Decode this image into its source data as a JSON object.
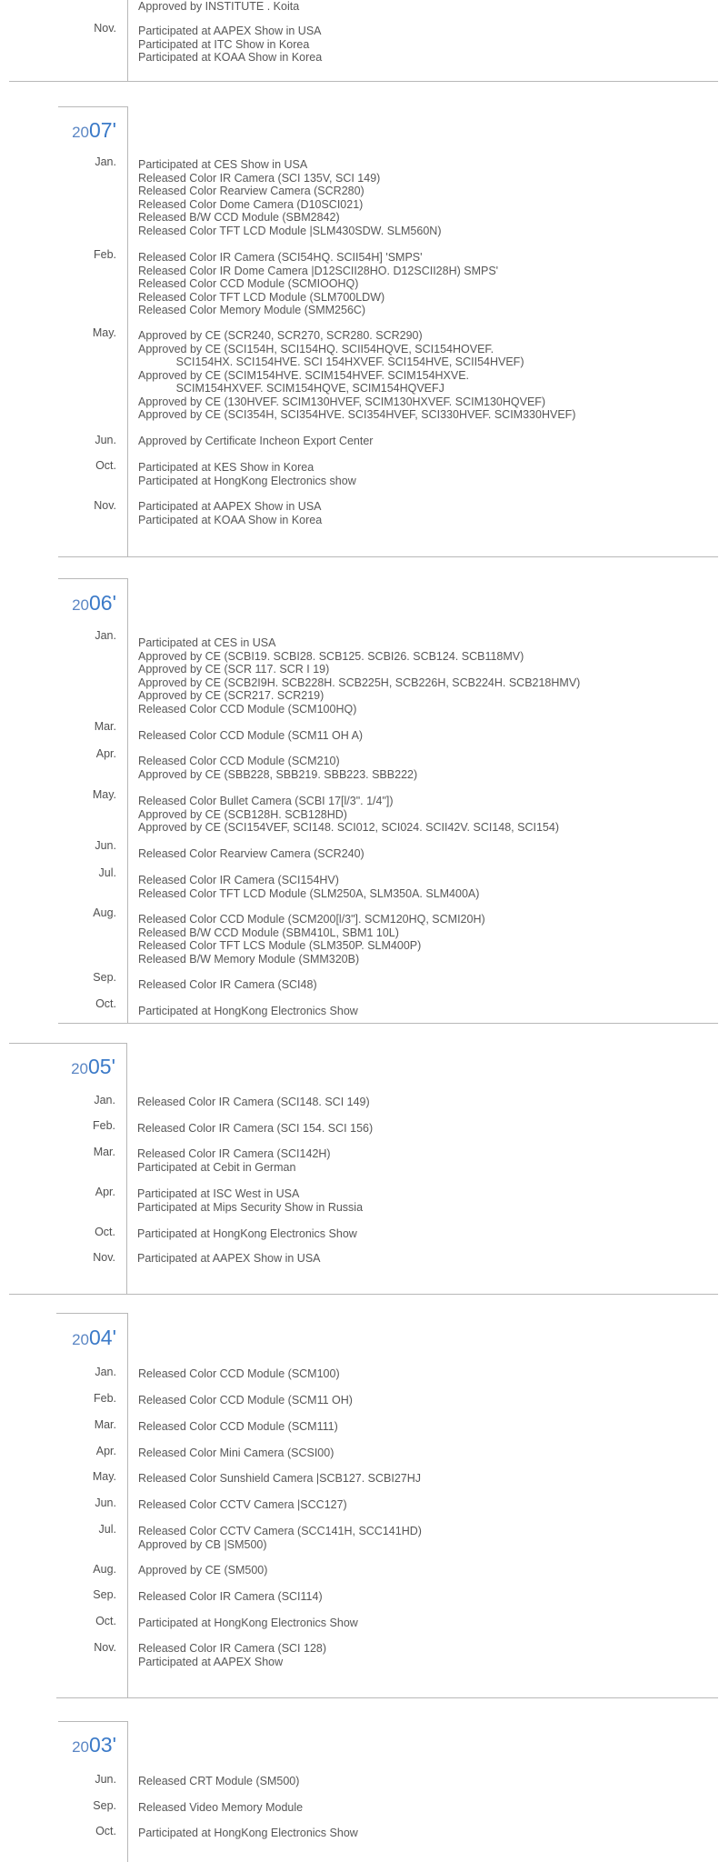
{
  "sections": [
    {
      "year_prefix": "",
      "year_suffix": "",
      "entries": [
        {
          "month": "",
          "lines": [
            "Approved by INSTITUTE . Koita"
          ]
        },
        {
          "month": "Nov.",
          "lines": [
            "Participated at AAPEX Show in USA",
            "Participated at ITC Show in Korea",
            "Participated at KOAA Show in Korea"
          ]
        }
      ]
    },
    {
      "year_prefix": "20",
      "year_suffix": "07'",
      "entries": [
        {
          "month": "Jan.",
          "lines": [
            "Participated at CES Show in USA",
            "Released Color IR Camera (SCI 135V, SCI 149)",
            "Released Color Rearview Camera (SCR280)",
            "Released Color Dome Camera (D10SCI021)",
            "Released B/W CCD Module (SBM2842)",
            "Released Color TFT LCD Module |SLM430SDW. SLM560N)"
          ]
        },
        {
          "month": "Feb.",
          "lines": [
            "Released Color IR Camera (SCI54HQ. SCII54H] 'SMPS'",
            "Released Color IR Dome Camera |D12SCII28HO. D12SCII28H) SMPS'",
            "Released Color CCD Module (SCMIOOHQ)",
            "Released Color TFT LCD Module (SLM700LDW)",
            "Released Color Memory Module (SMM256C)"
          ]
        },
        {
          "month": "May.",
          "lines": [
            "Approved by CE (SCR240, SCR270, SCR280. SCR290)",
            "Approved by CE (SCI154H, SCI154HQ. SCII54HQVE, SCI154HOVEF.",
            "            SCI154HX. SCI154HVE. SCI 154HXVEF. SCI154HVE, SCII54HVEF)",
            "Approved by CE (SCIM154HVE. SCIM154HVEF. SCIM154HXVE.",
            "            SCIM154HXVEF. SCIM154HQVE, SCIM154HQVEFJ",
            "Approved by CE (130HVEF. SCIM130HVEF, SCIM130HXVEF. SCIM130HQVEF)",
            "Approved by CE (SCI354H, SCI354HVE. SCI354HVEF, SCI330HVEF. SCIM330HVEF)"
          ]
        },
        {
          "month": "Jun.",
          "lines": [
            "Approved by Certificate Incheon Export Center"
          ]
        },
        {
          "month": "Oct.",
          "lines": [
            "Participated at KES Show in Korea",
            "Participated at HongKong Electronics show"
          ]
        },
        {
          "month": "Nov.",
          "lines": [
            "Participated at AAPEX Show in USA",
            "Participated at KOAA Show in Korea"
          ]
        }
      ]
    },
    {
      "year_prefix": "20",
      "year_suffix": "06'",
      "entries": [
        {
          "month": "Jan.",
          "lines": [
            "Participated at CES in USA",
            "Approved by CE (SCBI19. SCBI28. SCB125. SCBI26. SCB124. SCB118MV)",
            "Approved by CE (SCR 117. SCR I 19)",
            "Approved by CE (SCB2I9H. SCB228H. SCB225H, SCB226H, SCB224H. SCB218HMV)",
            "Approved by CE (SCR217. SCR219)",
            "Released Color CCD Module (SCM100HQ)"
          ]
        },
        {
          "month": "Mar.",
          "lines": [
            "Released Color CCD Module (SCM11 OH A)"
          ]
        },
        {
          "month": "Apr.",
          "lines": [
            "Released Color CCD Module (SCM210)",
            "Approved by CE (SBB228, SBB219. SBB223. SBB222)"
          ]
        },
        {
          "month": "May.",
          "lines": [
            "Released Color Bullet Camera (SCBI 17[l/3\". 1/4\"])",
            "Approved by CE (SCB128H. SCB128HD)",
            "Approved by CE (SCI154VEF, SCI148. SCI012, SCI024. SCII42V. SCI148, SCI154)"
          ]
        },
        {
          "month": "Jun.",
          "lines": [
            "Released Color Rearview Camera (SCR240)"
          ]
        },
        {
          "month": "Jul.",
          "lines": [
            "Released Color IR Camera (SCI154HV)",
            "Released Color TFT LCD Module (SLM250A, SLM350A. SLM400A)"
          ]
        },
        {
          "month": "Aug.",
          "lines": [
            "Released Color CCD Module (SCM200[l/3\"]. SCM120HQ, SCMI20H)",
            "Released B/W CCD Module (SBM410L, SBM1 10L)",
            "Released Color TFT LCS Module (SLM350P. SLM400P)",
            "Released B/W Memory Module (SMM320B)"
          ]
        },
        {
          "month": "Sep.",
          "lines": [
            "Released Color IR Camera (SCI48)"
          ]
        },
        {
          "month": "Oct.",
          "lines": [
            "Participated at HongKong Electronics Show"
          ]
        }
      ]
    },
    {
      "year_prefix": "20",
      "year_suffix": "05'",
      "entries": [
        {
          "month": "Jan.",
          "lines": [
            "Released Color IR Camera (SCI148. SCI 149)"
          ]
        },
        {
          "month": "Feb.",
          "lines": [
            "Released Color IR Camera (SCI 154. SCI 156)"
          ]
        },
        {
          "month": "Mar.",
          "lines": [
            "Released Color IR Camera (SCI142H)",
            "Participated at Cebit in German"
          ]
        },
        {
          "month": "Apr.",
          "lines": [
            "Participated at ISC West in USA",
            "Participated at Mips Security Show in Russia"
          ]
        },
        {
          "month": "Oct.",
          "lines": [
            "Participated at HongKong Electronics Show"
          ]
        },
        {
          "month": "Nov.",
          "lines": [
            "Participated at AAPEX Show in USA"
          ]
        }
      ]
    },
    {
      "year_prefix": "20",
      "year_suffix": "04'",
      "entries": [
        {
          "month": "Jan.",
          "lines": [
            "Released Color CCD Module (SCM100)"
          ]
        },
        {
          "month": "Feb.",
          "lines": [
            "Released Color CCD Module (SCM11 OH)"
          ]
        },
        {
          "month": "Mar.",
          "lines": [
            "Released Color CCD Module (SCM111)"
          ]
        },
        {
          "month": "Apr.",
          "lines": [
            "Released Color Mini Camera (SCSI00)"
          ]
        },
        {
          "month": "May.",
          "lines": [
            "Released Color Sunshield Camera |SCB127. SCBI27HJ"
          ]
        },
        {
          "month": "Jun.",
          "lines": [
            "Released Color CCTV Camera |SCC127)"
          ]
        },
        {
          "month": "Jul.",
          "lines": [
            "Released Color CCTV Camera (SCC141H, SCC141HD)",
            "Approved by CB |SM500)"
          ]
        },
        {
          "month": "Aug.",
          "lines": [
            "Approved by CE (SM500)"
          ]
        },
        {
          "month": "Sep.",
          "lines": [
            "Released Color IR Camera (SCI114)"
          ]
        },
        {
          "month": "Oct.",
          "lines": [
            "Participated at HongKong Electronics Show"
          ]
        },
        {
          "month": "Nov.",
          "lines": [
            "Released Color IR Camera (SCI 128)",
            "Participated at AAPEX Show"
          ]
        }
      ]
    },
    {
      "year_prefix": "20",
      "year_suffix": "03'",
      "entries": [
        {
          "month": "Jun.",
          "lines": [
            "Released CRT Module (SM500)"
          ]
        },
        {
          "month": "Sep.",
          "lines": [
            "Released Video Memory Module"
          ]
        },
        {
          "month": "Oct.",
          "lines": [
            "Participated at HongKong Electronics Show"
          ]
        }
      ]
    }
  ]
}
